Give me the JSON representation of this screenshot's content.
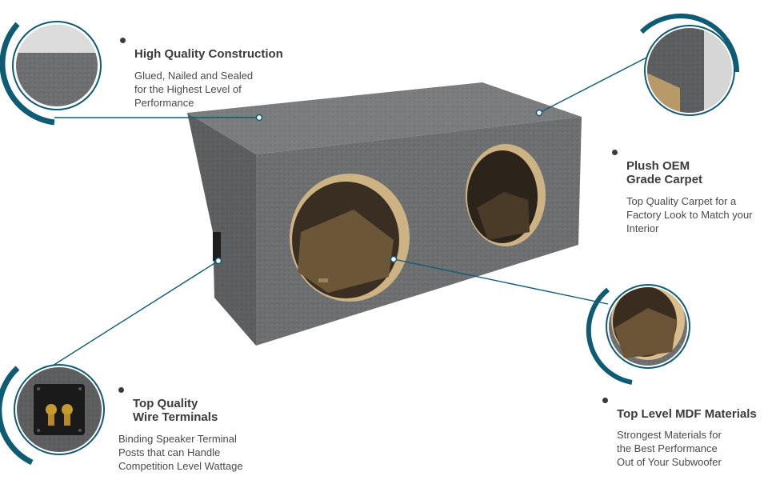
{
  "features": [
    {
      "title": "High Quality Construction",
      "description": "Glued, Nailed and Sealed\nfor the Highest Level of\nPerformance",
      "icon": "carpet-corner-detail"
    },
    {
      "title": "Plush OEM\nGrade Carpet",
      "description": "Top Quality Carpet for a\nFactory Look to Match your\nInterior",
      "icon": "carpet-texture-detail"
    },
    {
      "title": "Top Quality\nWire Terminals",
      "description": "Binding Speaker Terminal\nPosts that can Handle\nCompetition Level Wattage",
      "icon": "speaker-terminal-detail"
    },
    {
      "title": "Top Level MDF Materials",
      "description": "Strongest Materials for\nthe Best Performance\nOut of  Your Subwoofer",
      "icon": "mdf-port-detail"
    }
  ],
  "colors": {
    "accent": "#0e5b74",
    "carpet": "#6d6e70",
    "mdf": "#d8be8c",
    "text": "#3b3b3b"
  }
}
